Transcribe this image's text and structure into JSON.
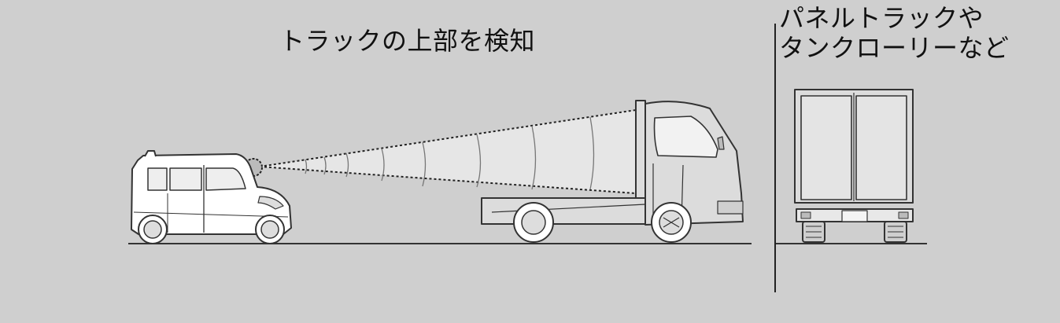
{
  "labels": {
    "detect_top": "トラックの上部を検知",
    "right_line1": "パネルトラックや",
    "right_line2": "タンクローリーなど"
  },
  "colors": {
    "background": "#cfcfcf",
    "vehicle_fill": "#ffffff",
    "truck_fill": "#dcdcdc",
    "beam_fill": "#e6e6e6",
    "stroke": "#333333"
  }
}
